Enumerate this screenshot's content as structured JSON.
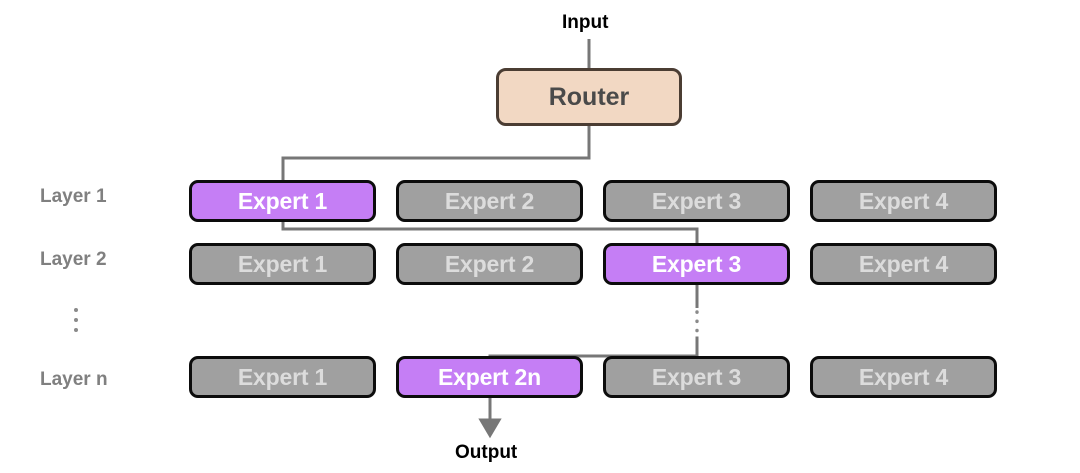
{
  "diagram": {
    "title": "Mixture-of-Experts routing diagram",
    "input_label": "Input",
    "output_label": "Output",
    "router_label": "Router",
    "ellipsis_glyph": "vertical-ellipsis",
    "colors": {
      "active_expert_fill": "#c57ef5",
      "active_expert_text": "#ffffff",
      "inactive_expert_fill": "#a0a0a0",
      "inactive_expert_text": "#dcdcdc",
      "expert_border": "#0c0c0c",
      "router_fill": "#f2d8c3",
      "router_border": "#4b3d33",
      "router_text": "#4a4a4a",
      "layer_label_text": "#808080",
      "io_label_text": "#000000",
      "wire": "#777777",
      "background": "#ffffff"
    }
  },
  "layers": [
    {
      "label": "Layer 1",
      "experts": [
        {
          "label": "Expert 1",
          "state": "active"
        },
        {
          "label": "Expert 2",
          "state": "inactive"
        },
        {
          "label": "Expert 3",
          "state": "inactive"
        },
        {
          "label": "Expert 4",
          "state": "inactive"
        }
      ]
    },
    {
      "label": "Layer 2",
      "experts": [
        {
          "label": "Expert 1",
          "state": "inactive"
        },
        {
          "label": "Expert 2",
          "state": "inactive"
        },
        {
          "label": "Expert 3",
          "state": "active"
        },
        {
          "label": "Expert 4",
          "state": "inactive"
        }
      ]
    },
    {
      "label": "Layer n",
      "experts": [
        {
          "label": "Expert 1",
          "state": "inactive"
        },
        {
          "label": "Expert 2n",
          "state": "active"
        },
        {
          "label": "Expert 3",
          "state": "inactive"
        },
        {
          "label": "Expert 4",
          "state": "inactive"
        }
      ]
    }
  ]
}
